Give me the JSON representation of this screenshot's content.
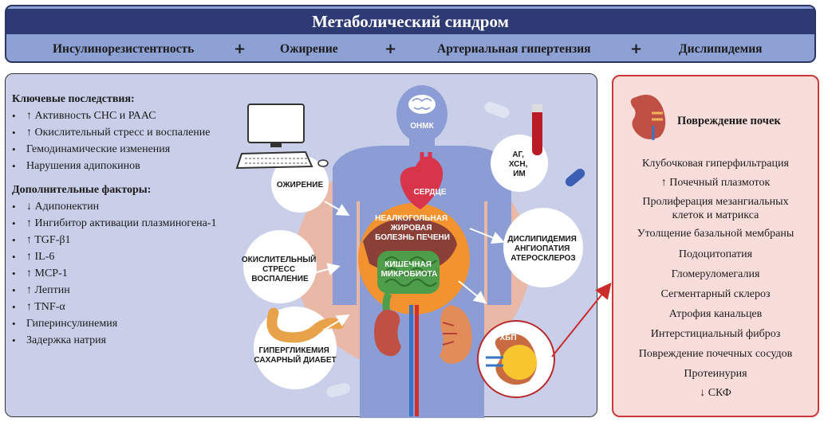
{
  "banner": {
    "title": "Метаболический синдром",
    "items": [
      "Инсулинорезистентность",
      "Ожирение",
      "Артериальная гипертензия",
      "Дислипидемия"
    ],
    "separator": "+"
  },
  "consequences": {
    "title": "Ключевые последствия:",
    "items": [
      "↑ Активность СНС и РААС",
      "↑ Окислительный стресс и воспаление",
      "Гемодинамические изменения",
      "Нарушения адипокинов"
    ]
  },
  "factors": {
    "title": "Дополнительные факторы:",
    "items": [
      "↓ Адипонектин",
      "↑ Ингибитор активации плазминогена-1",
      "↑ TGF-β1",
      "↑ IL-6",
      "↑ MCP-1",
      "↑ Лептин",
      "↑ TNF-α",
      "Гиперинсулинемия",
      "Задержка натрия"
    ]
  },
  "figure": {
    "brain_label": "ОНМК",
    "obesity_label": "ОЖИРЕНИЕ",
    "oxidative_label": [
      "ОКИСЛИТЕЛЬНЫЙ",
      "СТРЕСС",
      "ВОСПАЛЕНИЕ"
    ],
    "hyperglycemia_label": [
      "ГИПЕРГЛИКЕМИЯ",
      "САХАРНЫЙ ДИАБЕТ"
    ],
    "cardio_label": [
      "АГ,",
      "ХСН,",
      "ИМ"
    ],
    "dyslipidemia_label": [
      "ДИСЛИПИДЕМИЯ",
      "АНГИОПАТИЯ",
      "АТЕРОСКЛЕРОЗ"
    ],
    "heart_label": "СЕРДЦЕ",
    "liver_label": [
      "НЕАЛКОГОЛЬНАЯ",
      "ЖИРОВАЯ",
      "БОЛЕЗНЬ ПЕЧЕНИ"
    ],
    "microbiota_label": [
      "КИШЕЧНАЯ",
      "МИКРОБИОТА"
    ],
    "ckd_label": "ХБП"
  },
  "kidney_panel": {
    "title": "Повреждение почек",
    "items": [
      "Клубочковая гиперфильтрация",
      "↑ Почечный плазмоток",
      "Пролиферация мезангиальных\nклеток и матрикса",
      "Утолщение базальной мембраны",
      "Подоцитопатия",
      "Гломеруломегалия",
      "Сегментарный склероз",
      "Атрофия канальцев",
      "Интерстициальный фиброз",
      "Повреждение почечных сосудов",
      "Протеинурия",
      "↓ СКФ"
    ]
  },
  "colors": {
    "banner_bg": "#8ea1d4",
    "banner_title_bg": "#2e3a73",
    "panel_bg": "#c9cfe9",
    "body_fill": "#8c9cd4",
    "halo": "#e9b8a6",
    "liver_halo": "#f2932f",
    "kidney_panel_bg": "#f8ddda",
    "accent_red": "#cc3838"
  }
}
